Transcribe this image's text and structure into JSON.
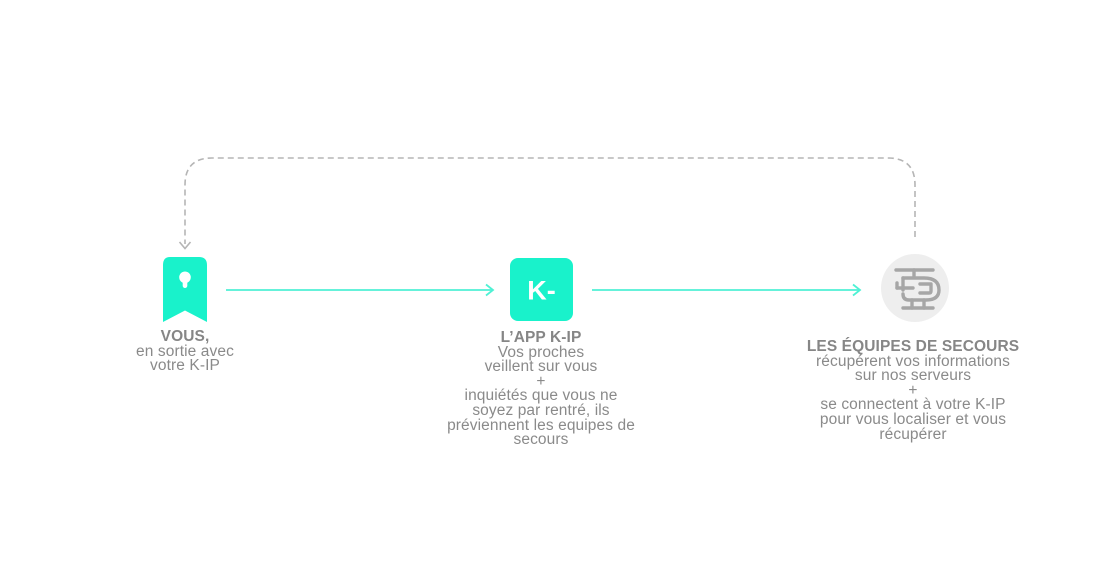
{
  "colors": {
    "accent": "#19f2cb",
    "arrow": "#4ff1d4",
    "loop_dash": "#b5b5b5",
    "text": "#8a8a8a",
    "circle_bg": "#eeeeee",
    "helicopter": "#a6a6a6"
  },
  "nodes": {
    "vous": {
      "icon": "ticket-bookmark-icon",
      "title": "VOUS,",
      "lines": [
        "en sortie avec",
        "votre K-IP"
      ]
    },
    "app": {
      "icon": "k-ip-logo-icon",
      "logo_text": "K-",
      "title": "L’APP K-IP",
      "lines": [
        "Vos proches",
        "veillent sur vous",
        "+",
        "inquiétés que vous ne",
        "soyez par rentré, ils",
        "préviennent les equipes de",
        "secours"
      ]
    },
    "secours": {
      "icon": "helicopter-icon",
      "title": "LES ÉQUIPES DE SECOURS",
      "lines": [
        "récupérent vos informations",
        "sur nos serveurs",
        "+",
        "se connectent à votre K-IP",
        "pour vous localiser et vous",
        "récupérer"
      ]
    }
  }
}
